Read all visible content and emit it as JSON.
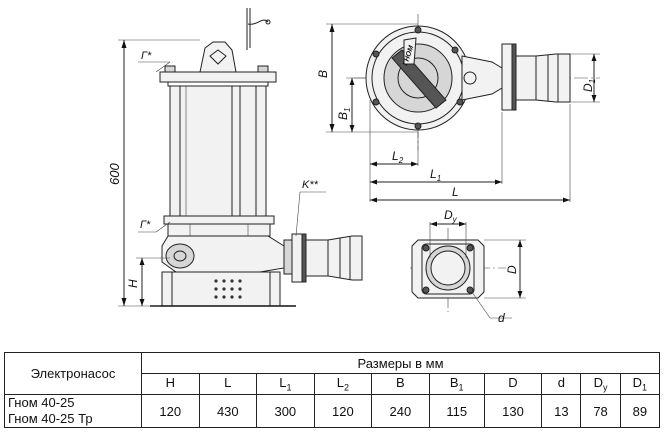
{
  "diagram": {
    "side_view": {
      "height_label": "600",
      "inlet_label": "H",
      "marker_top": "Г*",
      "marker_bottom": "Г*",
      "marker_k": "K**"
    },
    "top_view": {
      "labels": {
        "B": "B",
        "B1": "B",
        "B1_sub": "1",
        "D1": "D",
        "D1_sub": "1",
        "L2": "L",
        "L2_sub": "2",
        "L1": "L",
        "L1_sub": "1",
        "L": "L"
      },
      "brand_text": "ГНОМ"
    },
    "flange_view": {
      "labels": {
        "Dy": "D",
        "Dy_sub": "y",
        "D": "D",
        "d": "d"
      }
    }
  },
  "table": {
    "pump_header": "Электронасос",
    "sizes_header": "Размеры в мм",
    "columns": [
      {
        "main": "H",
        "sub": ""
      },
      {
        "main": "L",
        "sub": ""
      },
      {
        "main": "L",
        "sub": "1"
      },
      {
        "main": "L",
        "sub": "2"
      },
      {
        "main": "B",
        "sub": ""
      },
      {
        "main": "B",
        "sub": "1"
      },
      {
        "main": "D",
        "sub": ""
      },
      {
        "main": "d",
        "sub": ""
      },
      {
        "main": "D",
        "sub": "y"
      },
      {
        "main": "D",
        "sub": "1"
      }
    ],
    "models": [
      "Гном 40-25",
      "Гном 40-25 Тр"
    ],
    "values": [
      "120",
      "430",
      "300",
      "120",
      "240",
      "115",
      "130",
      "13",
      "78",
      "89"
    ]
  }
}
